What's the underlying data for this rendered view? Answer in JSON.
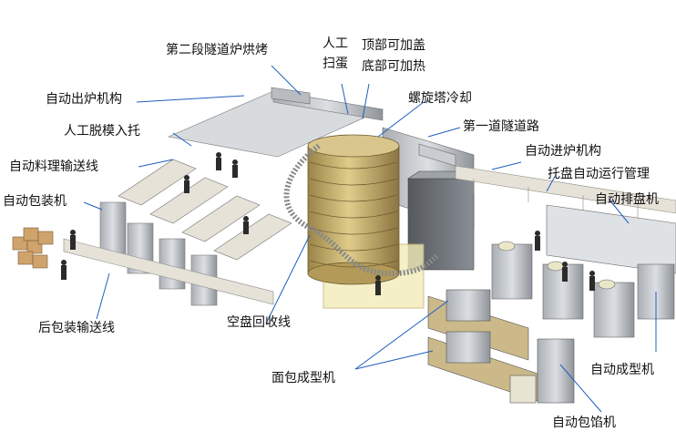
{
  "labels": {
    "second_tunnel_oven": "第二段隧道炉烘烤",
    "manual": "人工",
    "egg_wash": "扫蛋",
    "top_add_cover": "顶部可加盖",
    "bottom_add_heat": "底部可加热",
    "auto_outfeed": "自动出炉机构",
    "spiral_cooling": "螺旋塔冷却",
    "manual_depan": "人工脱模入托",
    "first_tunnel": "第一道隧道路",
    "auto_handling_line": "自动料理输送线",
    "auto_infeed": "自动进炉机构",
    "auto_packing_machine": "自动包装机",
    "tray_auto_management": "托盘自动运行管理",
    "auto_panning_machine": "自动排盘机",
    "post_packing_conveyor": "后包装输送线",
    "empty_tray_return": "空盘回收线",
    "bread_forming_machine": "面包成型机",
    "auto_forming_machine": "自动成型机",
    "auto_encrusting_machine": "自动包馅机"
  },
  "colors": {
    "leader_line": "#1f5fbf",
    "machine_body": "#c9cdd2",
    "conveyor": "#e6e2d8",
    "cooling_tower": "#c8b070",
    "cage_highlight": "#f2ecb8"
  }
}
